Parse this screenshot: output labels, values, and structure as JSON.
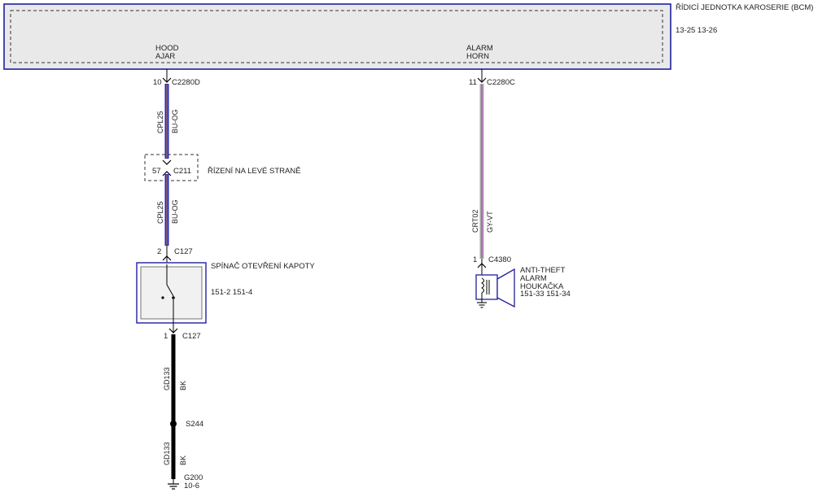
{
  "module": {
    "title": "ŘÍDICÍ JEDNOTKA KAROSERIE (BCM)",
    "refs": "13-25  13-26",
    "pin_hood_line1": "HOOD",
    "pin_hood_line2": "AJAR",
    "pin_alarm_line1": "ALARM",
    "pin_alarm_line2": "HORN"
  },
  "hood_circuit": {
    "bcm_pin": "10",
    "bcm_connector": "C2280D",
    "wire1_circuit": "CPL25",
    "wire1_color": "BU-OG",
    "inline_pin": "57",
    "inline_connector": "C211",
    "inline_note": "ŘÍZENÍ NA LEVÉ STRANĚ",
    "wire2_circuit": "CPL25",
    "wire2_color": "BU-OG",
    "switch_top_pin": "2",
    "switch_top_connector": "C127",
    "switch_name": "SPÍNAČ OTEVŘENÍ KAPOTY",
    "switch_refs": "151-2  151-4",
    "switch_bottom_pin": "1",
    "switch_bottom_connector": "C127",
    "wire3_circuit": "GD133",
    "wire3_color": "BK",
    "splice": "S244",
    "wire4_circuit": "GD133",
    "wire4_color": "BK",
    "ground": "G200",
    "ground_ref": "10-6"
  },
  "horn_circuit": {
    "bcm_pin": "11",
    "bcm_connector": "C2280C",
    "wire_circuit": "CRT02",
    "wire_color": "GY-VT",
    "horn_pin": "1",
    "horn_connector": "C4380",
    "horn_name_line1": "ANTI-THEFT",
    "horn_name_line2": "ALARM",
    "horn_name_line3": "HOUKAČKA",
    "horn_refs": "151-33  151-34"
  },
  "colors": {
    "module_border": "#1f1f9e",
    "module_fill": "#e9e9e9",
    "wire_blue": "#2b2bb0",
    "wire_orange_stripe": "#c98a5a",
    "wire_gray": "#a8a8a8",
    "wire_violet_stripe": "#b56ab5",
    "wire_black": "#000000"
  }
}
